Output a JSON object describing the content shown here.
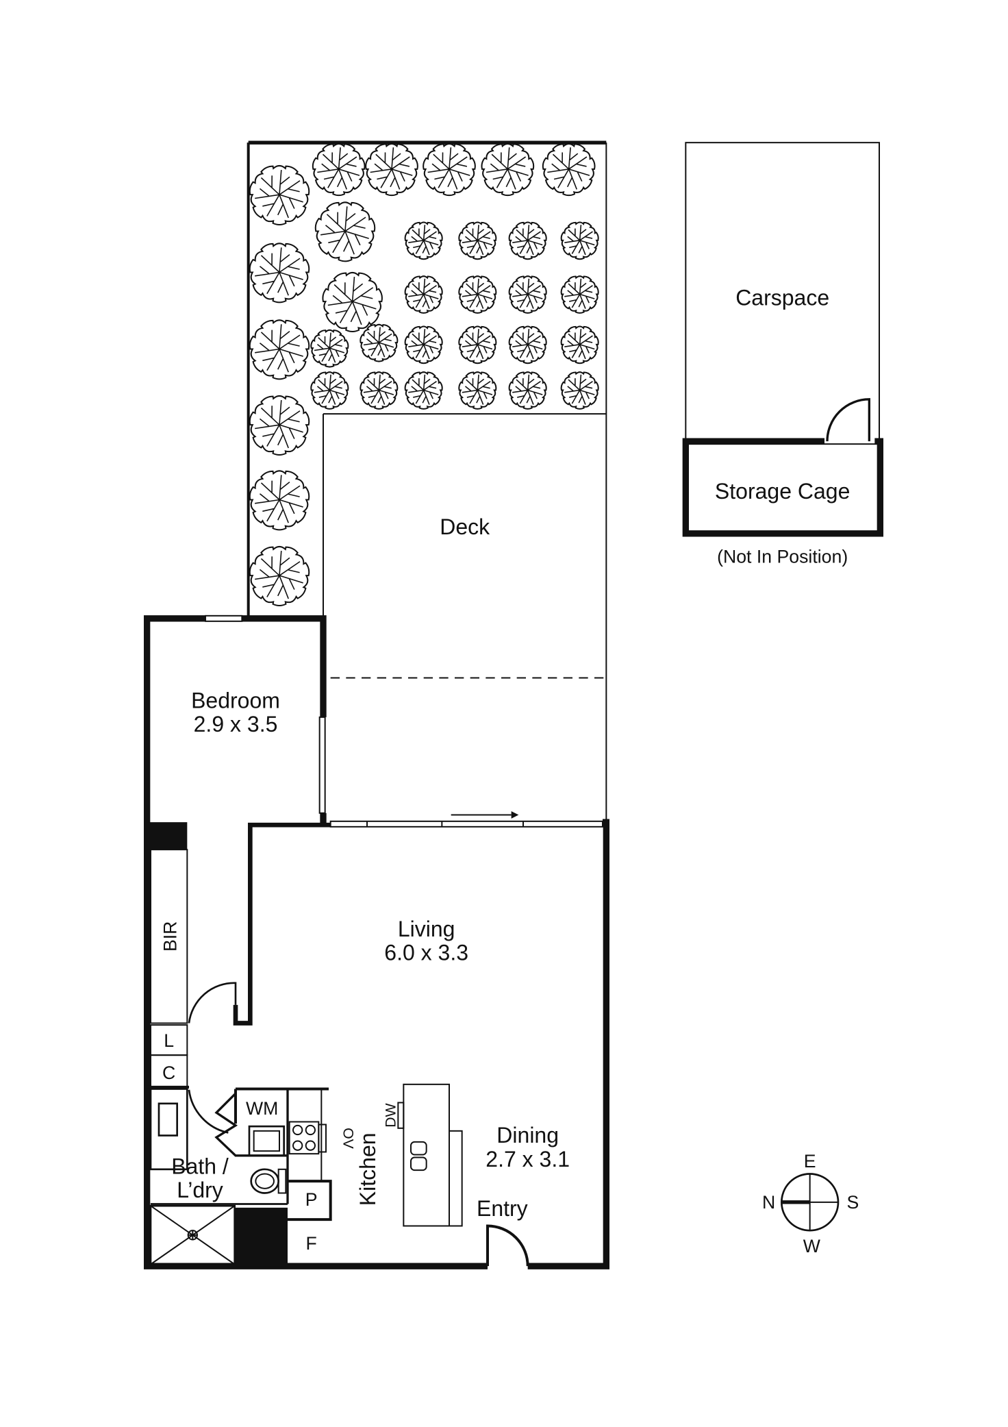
{
  "rooms": {
    "carspace": "Carspace",
    "storage_cage": "Storage Cage",
    "storage_note": "(Not In Position)",
    "deck": "Deck",
    "bedroom": "Bedroom",
    "bedroom_size": "2.9 x 3.5",
    "living": "Living",
    "living_size": "6.0 x 3.3",
    "dining": "Dining",
    "dining_size": "2.7 x 3.1",
    "kitchen": "Kitchen",
    "entry": "Entry",
    "bath": "Bath /",
    "laundry": "L’dry",
    "bir": "BIR",
    "linen": "L",
    "cupboard": "C",
    "wm": "WM",
    "ov": "OV",
    "dw": "DW",
    "pantry": "P",
    "fridge": "F"
  },
  "compass": {
    "n": "N",
    "e": "E",
    "s": "S",
    "w": "W"
  }
}
